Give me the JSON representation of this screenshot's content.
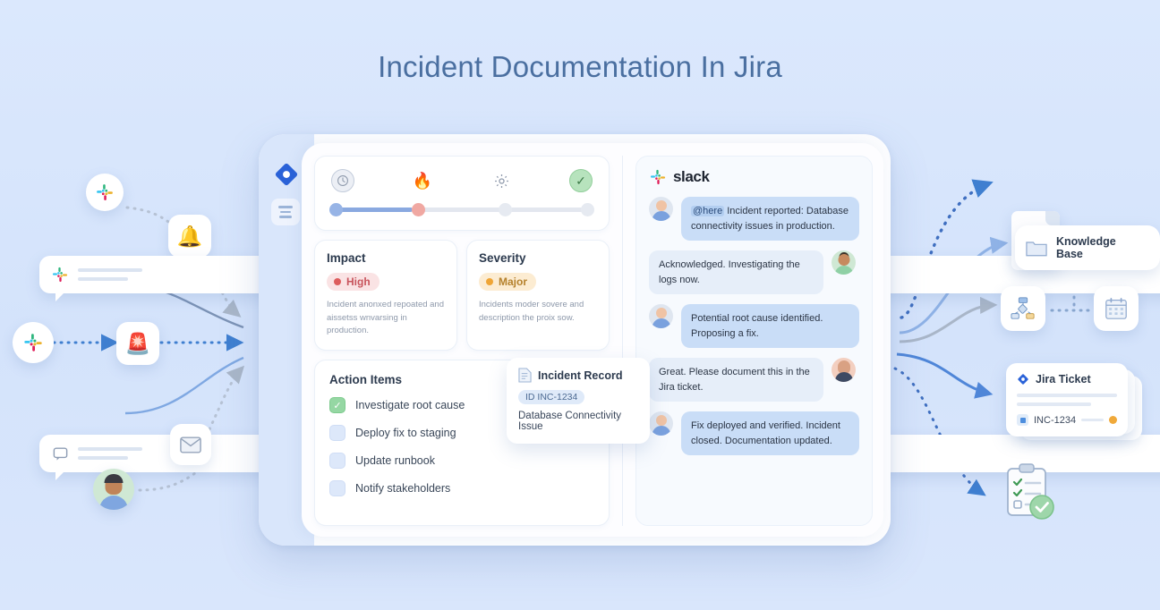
{
  "page": {
    "title": "Incident Documentation In Jira",
    "background": "#d7e5fc",
    "accent": "#4a6fa0"
  },
  "device": {
    "rail": {
      "jira_logo": "jira-diamond-icon",
      "doc_icon": "document-lines-icon"
    }
  },
  "timeline": {
    "stages": [
      {
        "icon": "clock-icon",
        "glyph": "🕒",
        "state": "done"
      },
      {
        "icon": "fire-icon",
        "glyph": "🔥",
        "state": "active"
      },
      {
        "icon": "gear-icon",
        "glyph": "⚙",
        "state": "pending"
      },
      {
        "icon": "check-circle-icon",
        "glyph": "✓",
        "state": "pending"
      }
    ],
    "progress_percent": 30
  },
  "impact": {
    "title": "Impact",
    "badge": "High",
    "badge_color": "#dd5c5c",
    "description": "Incident anonxed repoated and aissetss wnvarsing in production."
  },
  "severity": {
    "title": "Severity",
    "badge": "Major",
    "badge_color": "#efa536",
    "description": "Incidents moder sovere and description the proix sow."
  },
  "action_items": {
    "title": "Action Items",
    "items": [
      {
        "label": "Investigate root cause",
        "done": true
      },
      {
        "label": "Deploy fix to staging",
        "done": false
      },
      {
        "label": "Update runbook",
        "done": false
      },
      {
        "label": "Notify stakeholders",
        "done": false
      }
    ]
  },
  "incident_record": {
    "title": "Incident Record",
    "id_label": "ID INC-1234",
    "subject": "Database Connectivity Issue"
  },
  "slack": {
    "brand": "slack",
    "messages": [
      {
        "mention": "@here",
        "text": "Incident reported: Database connectivity issues in production.",
        "side": "left",
        "avatar": "avatar-user-a"
      },
      {
        "text": "Acknowledged. Investigating the logs now.",
        "side": "right",
        "avatar": "avatar-user-b"
      },
      {
        "text": "Potential root cause identified. Proposing a fix.",
        "side": "left",
        "avatar": "avatar-user-a"
      },
      {
        "text": "Great. Please document this in the Jira ticket.",
        "side": "right",
        "avatar": "avatar-user-c"
      },
      {
        "text": "Fix deployed and verified. Incident closed. Documentation updated.",
        "side": "left",
        "avatar": "avatar-user-a"
      }
    ]
  },
  "inputs": {
    "nodes": [
      {
        "name": "slack-logo-top",
        "icon": "slack-icon"
      },
      {
        "name": "bell-notification",
        "icon": "bell-icon",
        "glyph": "🔔"
      },
      {
        "name": "slack-message-alert",
        "icon": "slack-icon",
        "badge": "!"
      },
      {
        "name": "slack-logo-left",
        "icon": "slack-icon"
      },
      {
        "name": "siren-alert",
        "icon": "siren-icon",
        "glyph": "🚨"
      },
      {
        "name": "chat-notification",
        "icon": "chat-bubble-icon",
        "badge": "!"
      },
      {
        "name": "email-envelope",
        "icon": "envelope-icon"
      },
      {
        "name": "person-avatar",
        "icon": "avatar-icon"
      }
    ]
  },
  "outputs": {
    "document": {
      "name": "document-page-icon"
    },
    "knowledge_base": {
      "label": "Knowledge Base",
      "icon": "folder-icon"
    },
    "flowchart": {
      "name": "flowchart-icon"
    },
    "calendar": {
      "name": "calendar-icon"
    },
    "jira_ticket": {
      "title": "Jira Ticket",
      "id": "INC-1234",
      "status_color": "#f0a93a",
      "icon": "jira-diamond-icon"
    },
    "checklist": {
      "name": "clipboard-check-icon",
      "badge": "check-circle-icon"
    }
  }
}
